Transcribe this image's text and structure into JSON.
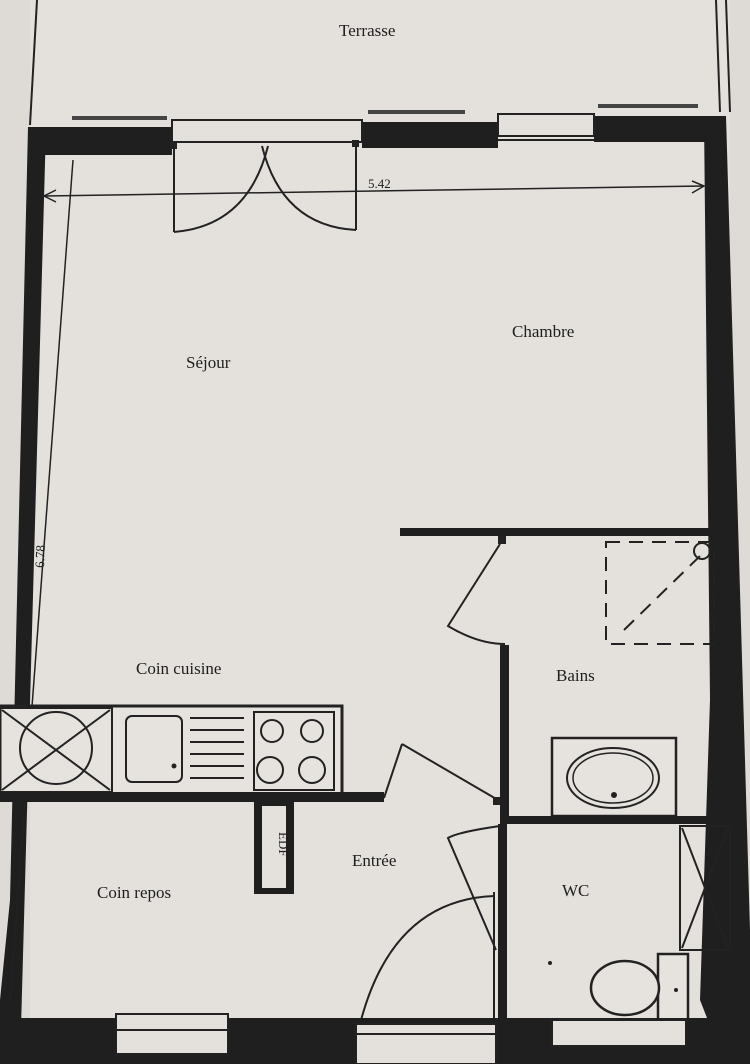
{
  "rooms": {
    "terrasse": "Terrasse",
    "sejour": "Séjour",
    "chambre": "Chambre",
    "coin_cuisine": "Coin cuisine",
    "bains": "Bains",
    "entree": "Entrée",
    "coin_repos": "Coin repos",
    "wc": "WC"
  },
  "dimensions": {
    "width": "5.42",
    "height": "6.78"
  },
  "edf_label": "EDF"
}
